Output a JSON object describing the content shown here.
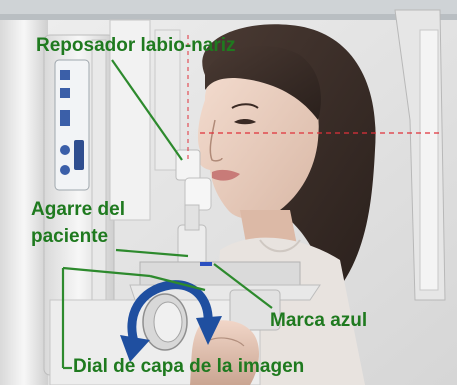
{
  "callouts": {
    "lip_nose_rest": "Reposador labio-nariz",
    "patient_grip_line1": "Agarre del",
    "patient_grip_line2": "paciente",
    "blue_mark": "Marca azul",
    "image_layer_dial": "Dial de capa de la imagen"
  },
  "colors": {
    "callout_text": "#1f7a1f",
    "callout_line": "#2d8a2d",
    "laser": "#e0303a",
    "dial_arrow": "#1f4fa0",
    "blue_mark": "#2a4fc0"
  }
}
